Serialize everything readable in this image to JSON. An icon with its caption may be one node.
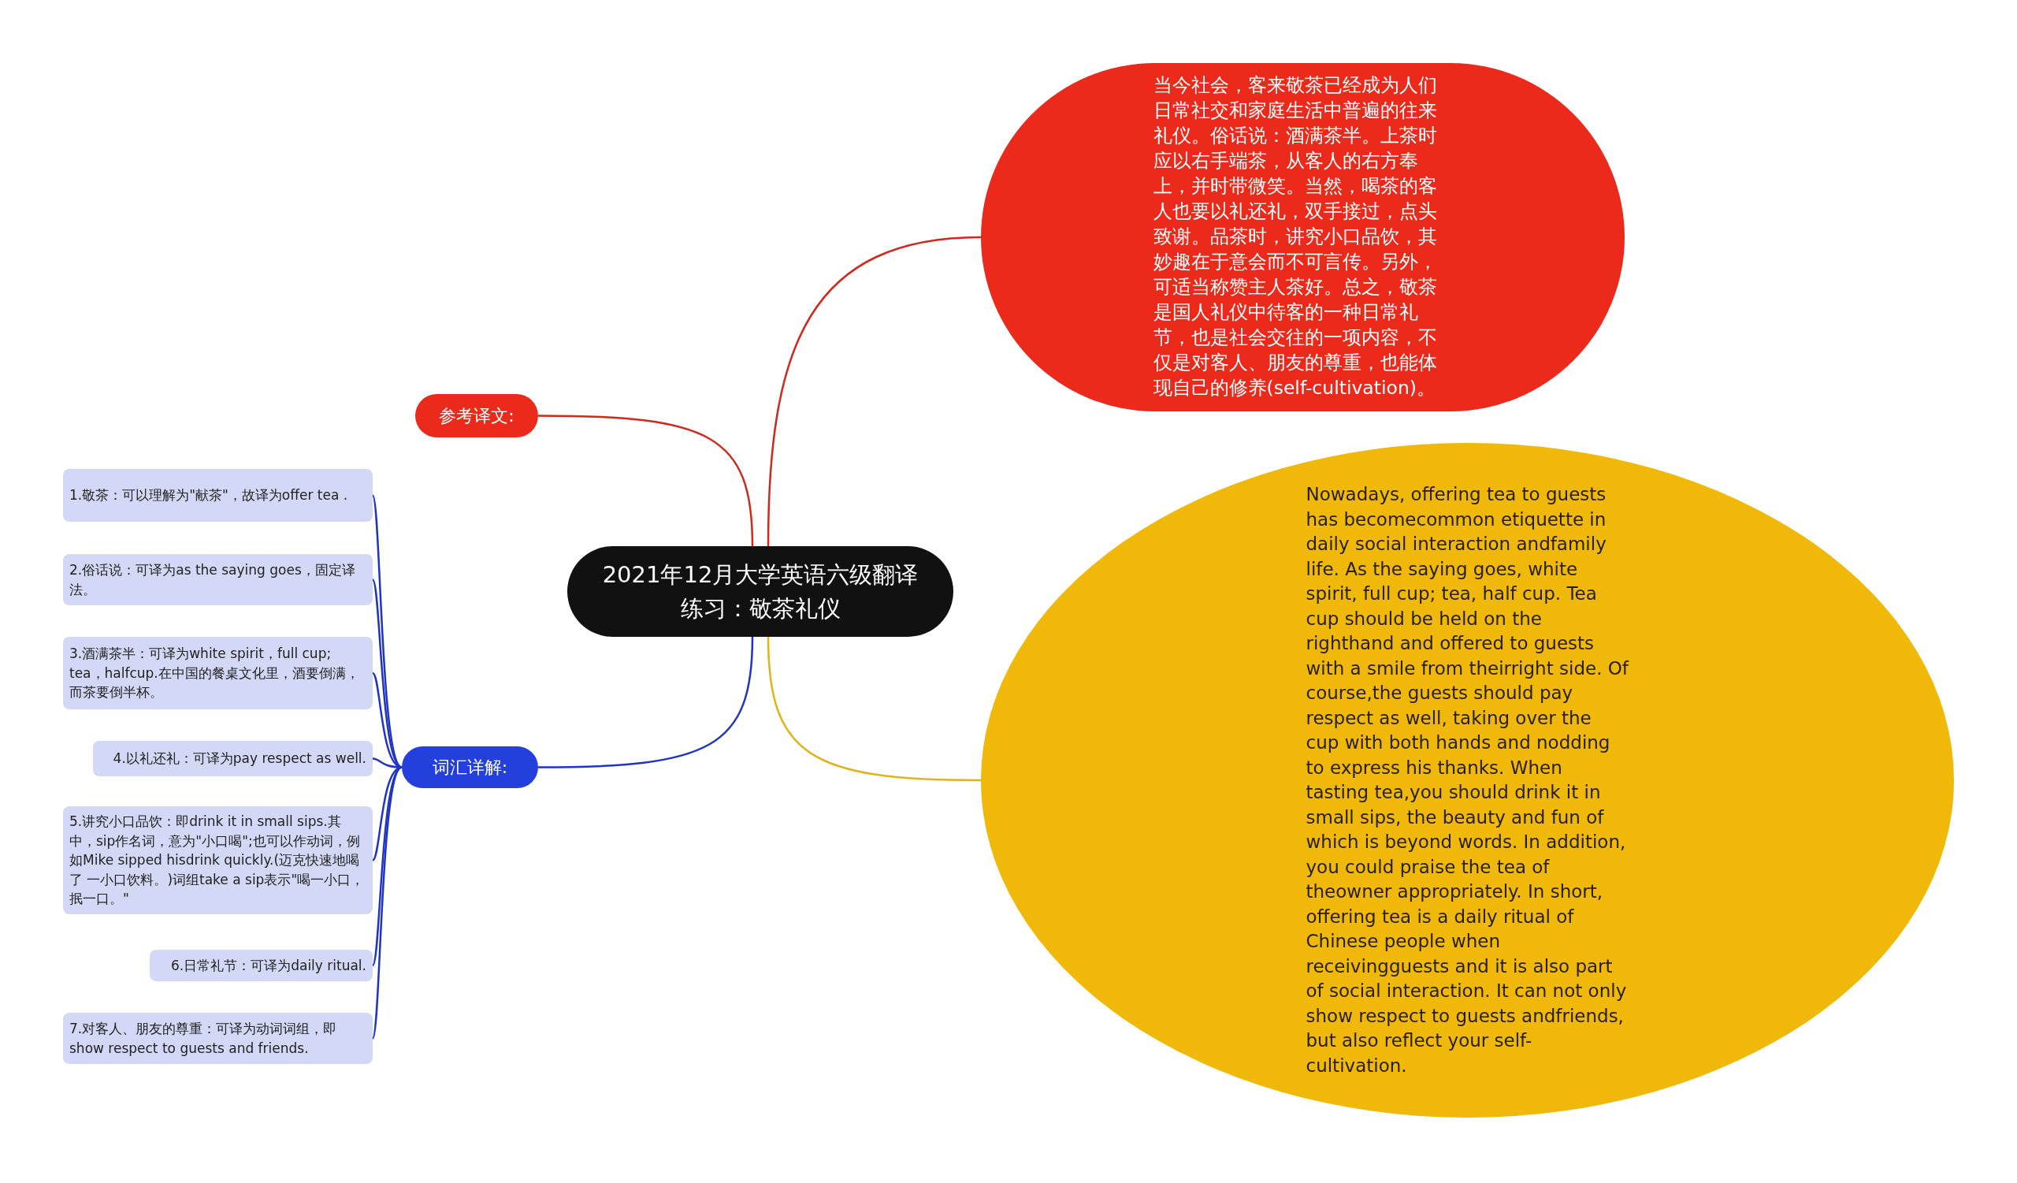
{
  "diagram": {
    "nodes": [
      {
        "text": [
          "2021年12月大学英语六级翻译练习：敬茶礼仪"
        ]
      },
      {
        "text": [
          "参考译文:"
        ]
      },
      {
        "text": [
          "当今社会，客来敬茶已经成为人们日常社交和家庭生活中普遍的往来礼仪。俗话说：酒满茶半。上茶时应以右手端茶，从客人的右方奉上，并时带微笑。当然，喝茶的客人也要以礼还礼，双手接过，点头致谢。品茶时，讲究小口品饮，其妙趣在于意会而不可言传。另外，可适当称赞主人茶好。总之，敬茶是国人礼仪中待客的一种日常礼节，也是社会交往的一项内容，不仅是对客人、朋友的尊重，也能体现自己的修养(self-cultivation)。"
        ]
      },
      {
        "text": [
          "Nowadays, offering tea to guests has becomecommon etiquette in daily social interaction andfamily life. As the saying goes, white spirit, full cup; tea, half cup. Tea cup should be held on the righthand and offered to guests with a smile from theirright side. Of course,the guests should pay respect as well, taking over the cup with both hands and nodding to express his thanks. When tasting tea,you should drink it in small sips, the beauty and fun of which is beyond words. In addition, you could praise the tea of theowner appropriately. In short, offering tea is a daily ritual of Chinese people when receivingguests and it is also part of social interaction. It can not only show respect to guests andfriends, but also reflect your self-cultivation."
        ]
      },
      {
        "text": [
          "词汇详解:"
        ]
      },
      {
        "text": [
          "1.敬茶：可以理解为\"献茶\"，故译为offer tea ."
        ]
      },
      {
        "text": [
          "2.俗话说：可译为as the saying goes，固定译法。"
        ]
      },
      {
        "text": [
          "3.酒满茶半：可译为white spirit，full cup; tea，halfcup.在中国的餐桌文化里，酒要倒满，而茶要倒半杯。"
        ]
      },
      {
        "text": [
          "4.以礼还礼：可译为pay respect as well."
        ]
      },
      {
        "text": [
          "5.讲究小口品饮：即drink it in small sips.其中，sip作名词，意为\"小口喝\";也可以作动词，例如Mike sipped hisdrink quickly.(迈克快速地喝了 一小口饮料。)词组take a sip表示\"喝一小口，抿一口。\""
        ]
      },
      {
        "text": [
          "6.日常礼节：可译为daily ritual."
        ]
      },
      {
        "text": [
          "7.对客人、朋友的尊重：可译为动词词组，即show respect to guests and friends."
        ]
      }
    ],
    "edges": [
      {
        "from": 0,
        "to": 1,
        "arrow": "none",
        "color": "#d0281c"
      },
      {
        "from": 0,
        "to": 2,
        "arrow": "none",
        "color": "#d0281c"
      },
      {
        "from": 0,
        "to": 3,
        "arrow": "none",
        "color": "#e2b21c"
      },
      {
        "from": 0,
        "to": 4,
        "arrow": "none"
      },
      {
        "from": 4,
        "to": 5,
        "arrow": "none"
      },
      {
        "from": 4,
        "to": 6,
        "arrow": "none"
      },
      {
        "from": 4,
        "to": 7,
        "arrow": "none"
      },
      {
        "from": 4,
        "to": 8,
        "arrow": "none"
      },
      {
        "from": 4,
        "to": 9,
        "arrow": "none"
      },
      {
        "from": 4,
        "to": 10,
        "arrow": "none"
      },
      {
        "from": 4,
        "to": 11,
        "arrow": "none"
      }
    ]
  }
}
